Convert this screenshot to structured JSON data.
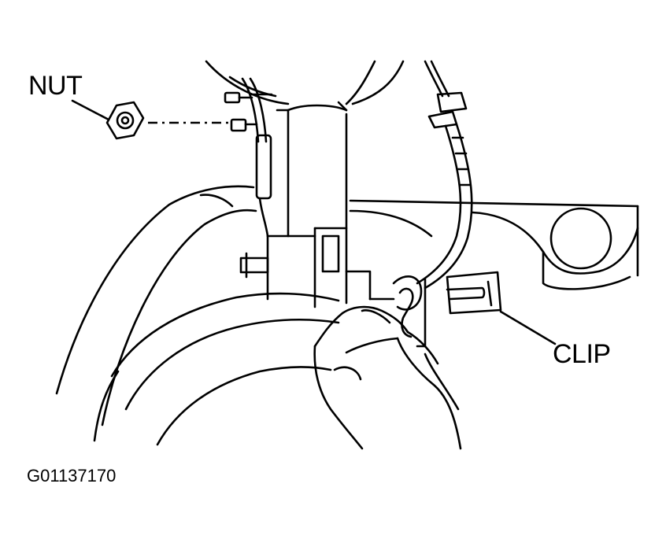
{
  "labels": {
    "nut": "NUT",
    "clip": "CLIP"
  },
  "figure_id": "G01137170",
  "colors": {
    "ink": "#000000",
    "paper": "#ffffff"
  }
}
